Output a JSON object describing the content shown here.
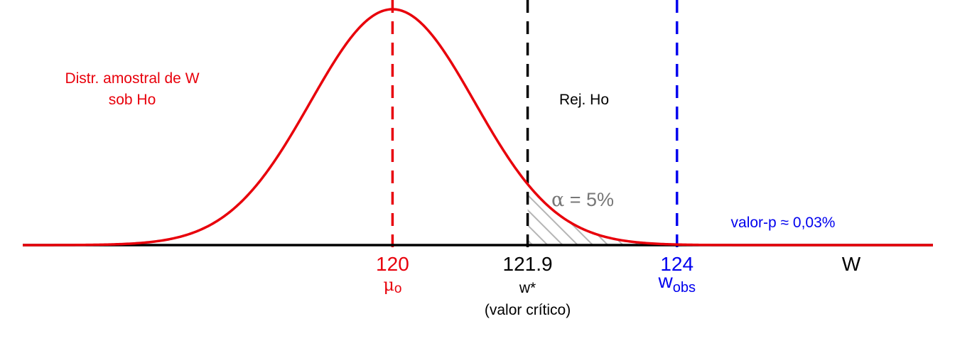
{
  "colors": {
    "curve": "#e8000b",
    "critical": "#000000",
    "observed": "#0000ee",
    "alpha": "#777777",
    "hatch": "#b5b5b5",
    "axis": "#000000"
  },
  "labels": {
    "distribution_line1": "Distr. amostral de W",
    "distribution_line2": "sob Ho",
    "rejection_region": "Rej. Ho",
    "alpha_symbol": "α",
    "alpha_text": " = 5%",
    "p_value": "valor-p ≈ 0,03%",
    "axis_variable": "W"
  },
  "ticks": {
    "mu": {
      "value_label": "120",
      "symbol": "μ",
      "subscript": "o"
    },
    "critical": {
      "value_label": "121.9",
      "symbol": "w*",
      "note": "(valor crítico)"
    },
    "observed": {
      "value_label": "124",
      "symbol": "w",
      "subscript": "obs"
    }
  },
  "chart_data": {
    "type": "area",
    "distribution": "normal",
    "mean": 120,
    "sd": 1.155,
    "critical_value": 121.9,
    "observed_value": 124,
    "alpha": 0.05,
    "p_value": 0.0003,
    "xlim": [
      114.8,
      127.6
    ]
  }
}
